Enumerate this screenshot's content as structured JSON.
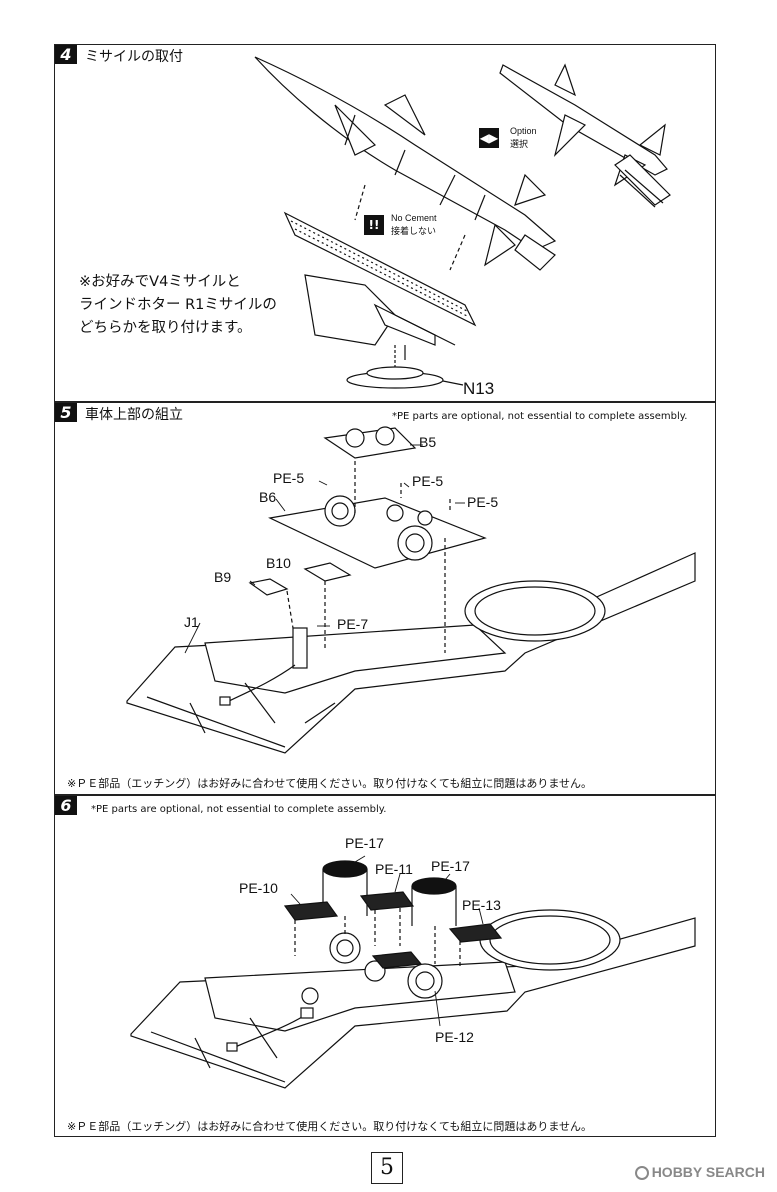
{
  "page": {
    "number": "5"
  },
  "watermark": "HOBBY SEARCH",
  "step4": {
    "number": "4",
    "title": "ミサイルの取付",
    "option_label": "Option",
    "option_label_jp": "選択",
    "no_cement_label": "No Cement",
    "no_cement_label_jp": "接着しない",
    "note_lines": [
      "※お好みでV4ミサイルと",
      "ラインドホター R1ミサイルの",
      "どちらかを取り付けます。"
    ],
    "part_labels": [
      "N13"
    ],
    "icons": [
      "option-arrows-icon",
      "no-cement-icon"
    ]
  },
  "step5": {
    "number": "5",
    "title": "車体上部の組立",
    "pe_note": "*PE parts are optional, not essential to complete assembly.",
    "jp_note": "※ＰＥ部品（エッチング）はお好みに合わせて使用ください。取り付けなくても組立に問題はありません。",
    "part_labels": {
      "b5": "B5",
      "pe5_a": "PE-5",
      "pe5_b": "PE-5",
      "pe5_c": "PE-5",
      "b6": "B6",
      "b10": "B10",
      "b9": "B9",
      "j1": "J1",
      "pe7": "PE-7"
    }
  },
  "step6": {
    "number": "6",
    "pe_note": "*PE parts are optional, not essential to complete assembly.",
    "jp_note": "※ＰＥ部品（エッチング）はお好みに合わせて使用ください。取り付けなくても組立に問題はありません。",
    "part_labels": {
      "pe17_a": "PE-17",
      "pe11": "PE-11",
      "pe17_b": "PE-17",
      "pe10": "PE-10",
      "pe13": "PE-13",
      "pe12": "PE-12"
    }
  }
}
